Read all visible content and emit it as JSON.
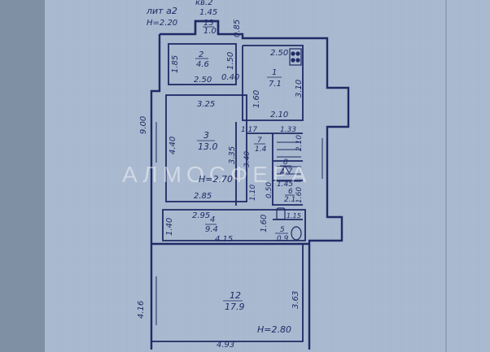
{
  "header": {
    "apartment": "кв.2",
    "liter": "лит а2",
    "height": "H=2.20",
    "top_width": "1.45"
  },
  "watermark": "АЛМОСФЕРА",
  "colors": {
    "paper": "#a9b9cf",
    "ink": "#1f2a66",
    "background": "#7f8fa4"
  },
  "overall": {
    "length_left": "9.00",
    "lower_left": "4.16"
  },
  "rooms": [
    {
      "number": "13",
      "area": "1.0",
      "dims": [
        "0.85"
      ]
    },
    {
      "number": "2",
      "area": "4.6",
      "dims": [
        "1.85",
        "2.50",
        "1.50",
        "0.40"
      ]
    },
    {
      "number": "1",
      "area": "7.1",
      "dims": [
        "2.50",
        "3.10",
        "1.60",
        "2.10"
      ]
    },
    {
      "number": "3",
      "area": "13.0",
      "height": "H=2.70",
      "dims": [
        "3.25",
        "4.40",
        "3.35",
        "2.85"
      ]
    },
    {
      "number": "7",
      "area": "1.4",
      "dims": [
        "1.17",
        "3.40"
      ]
    },
    {
      "number": "8",
      "area": "1.7",
      "dims": [
        "1.33",
        "2.10"
      ]
    },
    {
      "number": "6",
      "area": "2.1",
      "dims": [
        "1.45",
        "1.10",
        "0.50",
        "1.60",
        "1.15"
      ]
    },
    {
      "number": "4",
      "area": "9.4",
      "dims": [
        "2.95",
        "1.40",
        "4.15",
        "1.60"
      ]
    },
    {
      "number": "5",
      "area": "0.9",
      "dims": []
    },
    {
      "number": "12",
      "area": "17.9",
      "height": "H=2.80",
      "dims": [
        "3.63",
        "4.93"
      ]
    }
  ]
}
